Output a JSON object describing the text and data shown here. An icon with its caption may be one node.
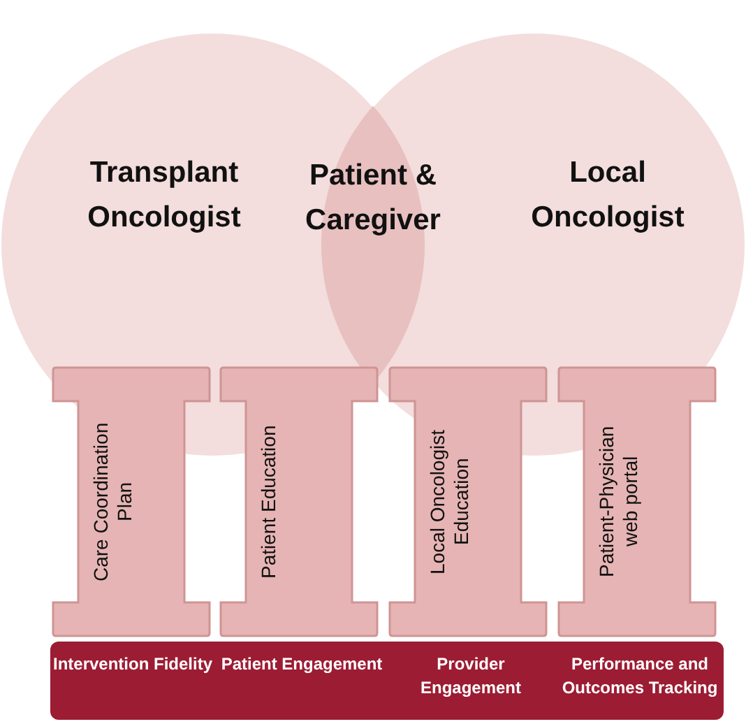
{
  "diagram": {
    "nodes": [
      {
        "text": [
          "Transplant Oncologist"
        ]
      },
      {
        "text": [
          "Patient & Caregiver"
        ]
      },
      {
        "text": [
          "Local Oncologist"
        ]
      },
      {
        "text": [
          "Care Coordination Plan"
        ]
      },
      {
        "text": [
          "Patient Education"
        ]
      },
      {
        "text": [
          "Local Oncologist Education"
        ]
      },
      {
        "text": [
          "Patient-Physician web portal"
        ]
      },
      {
        "text": [
          "Intervention Fidelity",
          "Patient Engagement",
          "Provider Engagement",
          "Performance and Outcomes Tracking"
        ]
      }
    ],
    "edges": []
  }
}
